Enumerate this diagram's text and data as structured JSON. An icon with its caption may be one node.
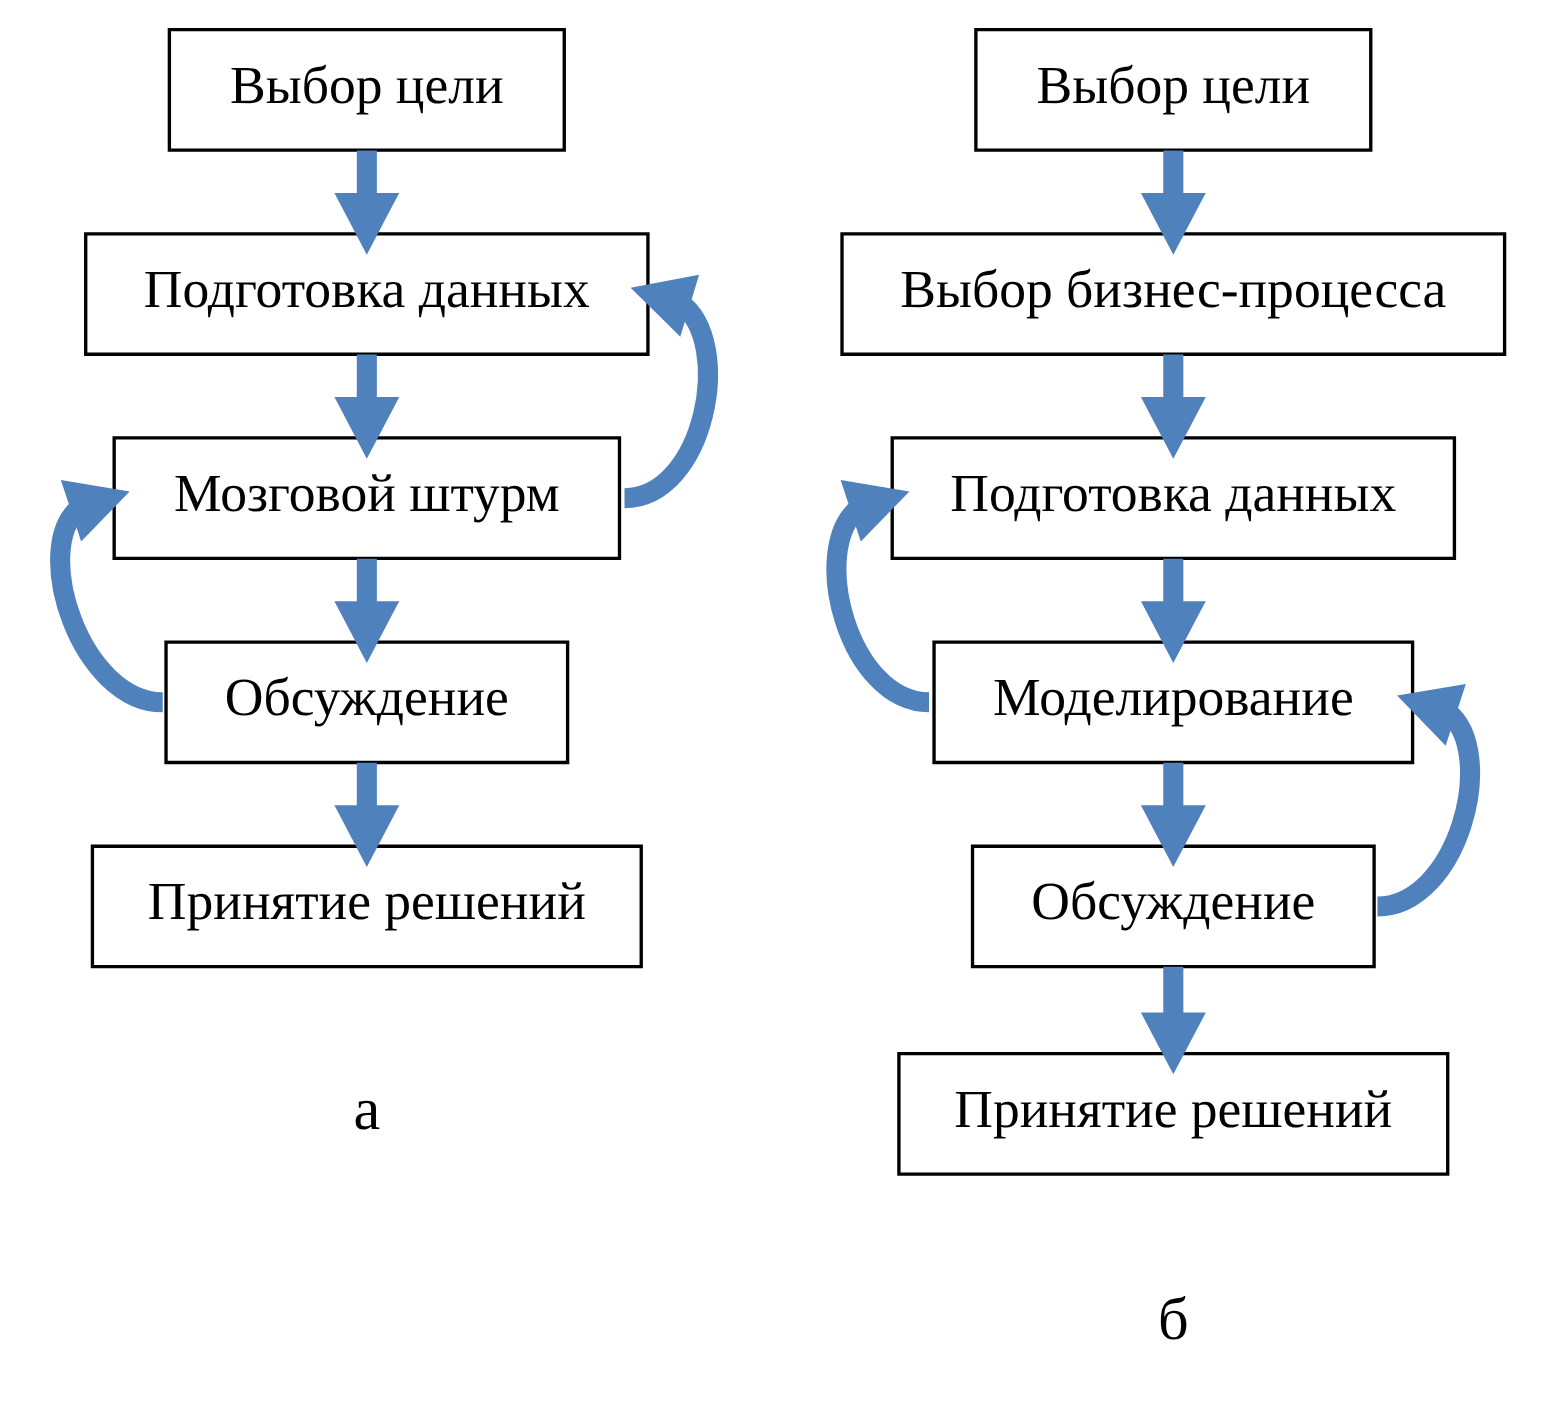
{
  "diagram": {
    "nodes": [
      {
        "text": [
          "Выбор цели"
        ]
      },
      {
        "text": [
          "Подготовка данных"
        ]
      },
      {
        "text": [
          "Мозговой штурм"
        ]
      },
      {
        "text": [
          "Обсуждение"
        ]
      },
      {
        "text": [
          "Принятие решений"
        ]
      },
      {
        "text": [
          "Выбор цели"
        ]
      },
      {
        "text": [
          "Выбор бизнес-процесса"
        ]
      },
      {
        "text": [
          "Подготовка данных"
        ]
      },
      {
        "text": [
          "Моделирование"
        ]
      },
      {
        "text": [
          "Обсуждение"
        ]
      },
      {
        "text": [
          "Принятие решений"
        ]
      }
    ],
    "edges": [
      {
        "from": 0,
        "to": 1,
        "arrow": "to"
      },
      {
        "from": 1,
        "to": 2,
        "arrow": "to"
      },
      {
        "from": 2,
        "to": 3,
        "arrow": "to"
      },
      {
        "from": 3,
        "to": 4,
        "arrow": "to"
      },
      {
        "from": 2,
        "to": 1,
        "arrow": "to"
      },
      {
        "from": 3,
        "to": 2,
        "arrow": "to"
      },
      {
        "from": 5,
        "to": 6,
        "arrow": "to"
      },
      {
        "from": 6,
        "to": 7,
        "arrow": "to"
      },
      {
        "from": 7,
        "to": 8,
        "arrow": "to"
      },
      {
        "from": 8,
        "to": 9,
        "arrow": "to"
      },
      {
        "from": 9,
        "to": 10,
        "arrow": "to"
      },
      {
        "from": 8,
        "to": 7,
        "arrow": "to"
      },
      {
        "from": 9,
        "to": 8,
        "arrow": "to"
      }
    ],
    "labels": [
      "а",
      "б"
    ]
  }
}
